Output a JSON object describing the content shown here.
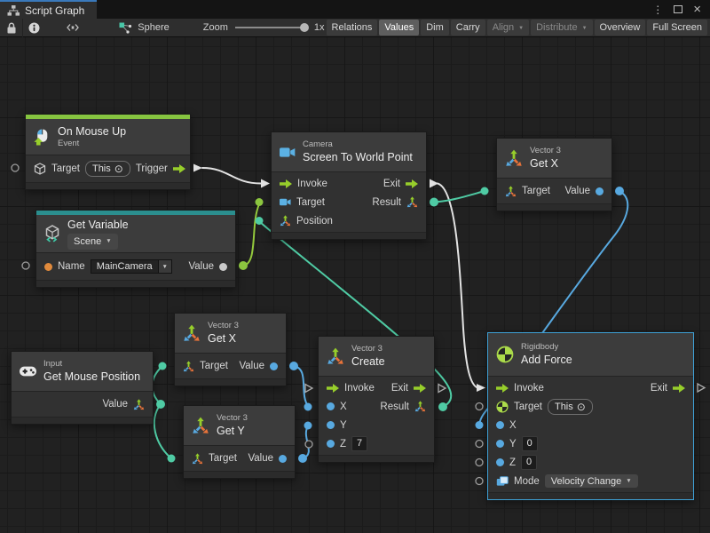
{
  "window": {
    "tab_title": "Script Graph"
  },
  "toolbar": {
    "sphere_label": "Sphere",
    "zoom_label": "Zoom",
    "zoom_value": "1x",
    "buttons": {
      "relations": "Relations",
      "values": "Values",
      "dim": "Dim",
      "carry": "Carry",
      "align": "Align",
      "distribute": "Distribute",
      "overview": "Overview",
      "full_screen": "Full Screen"
    }
  },
  "nodes": {
    "on_mouse_up": {
      "title": "On Mouse Up",
      "subtitle": "Event",
      "target_label": "Target",
      "target_value": "This",
      "trigger_label": "Trigger"
    },
    "get_variable": {
      "title": "Get Variable",
      "scope_value": "Scene",
      "name_label": "Name",
      "name_value": "MainCamera",
      "value_label": "Value"
    },
    "screen_to_world_point": {
      "kind": "Camera",
      "title": "Screen To World Point",
      "invoke_label": "Invoke",
      "exit_label": "Exit",
      "target_label": "Target",
      "result_label": "Result",
      "position_label": "Position"
    },
    "get_x_top": {
      "kind": "Vector 3",
      "title": "Get X",
      "target_label": "Target",
      "value_label": "Value"
    },
    "get_mouse_position": {
      "kind": "Input",
      "title": "Get Mouse Position",
      "value_label": "Value"
    },
    "get_x_mid": {
      "kind": "Vector 3",
      "title": "Get X",
      "target_label": "Target",
      "value_label": "Value"
    },
    "get_y": {
      "kind": "Vector 3",
      "title": "Get Y",
      "target_label": "Target",
      "value_label": "Value"
    },
    "create_vector3": {
      "kind": "Vector 3",
      "title": "Create",
      "invoke_label": "Invoke",
      "exit_label": "Exit",
      "x_label": "X",
      "result_label": "Result",
      "y_label": "Y",
      "z_label": "Z",
      "z_value": "7"
    },
    "add_force": {
      "kind": "Rigidbody",
      "title": "Add Force",
      "invoke_label": "Invoke",
      "exit_label": "Exit",
      "target_label": "Target",
      "target_value": "This",
      "x_label": "X",
      "y_label": "Y",
      "y_value": "0",
      "z_label": "Z",
      "z_value": "0",
      "mode_label": "Mode",
      "mode_value": "Velocity Change"
    }
  },
  "colors": {
    "flow_green": "#97CE2B",
    "teal": "#4FCBA4",
    "blue": "#58A9E0",
    "lime": "#8CC63F",
    "orange": "#E08A3C",
    "event_bar": "#86C440",
    "variable_bar": "#2B8E8E",
    "selection_blue": "#3E9FD4",
    "wire_white": "#E2E2E2",
    "canvas_bg": "#212121"
  }
}
